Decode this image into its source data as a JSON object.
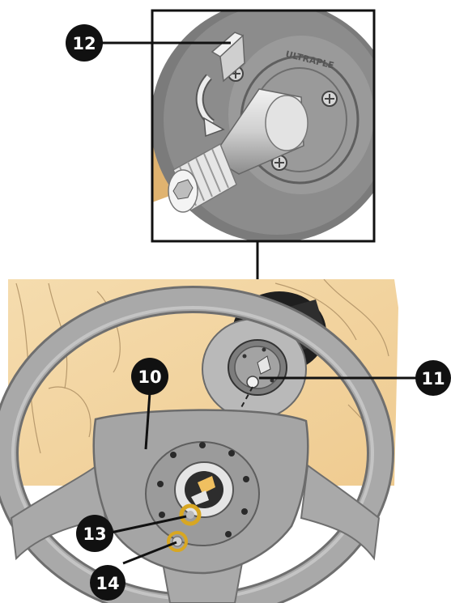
{
  "callouts": [
    {
      "id": "12",
      "label": "12"
    },
    {
      "id": "10",
      "label": "10"
    },
    {
      "id": "11",
      "label": "11"
    },
    {
      "id": "13",
      "label": "13"
    },
    {
      "id": "14",
      "label": "14"
    }
  ],
  "wheel_text": "ULTRAPLE",
  "colors": {
    "background": "#ffffff",
    "wood": "#f3d6a4",
    "wood_grain": "#b89a6d",
    "wheel": "#a9a9a9",
    "wheel_dark": "#6f6f6f",
    "column": "#2e2e2e",
    "callout": "#111111",
    "washer": "#d8a722"
  }
}
